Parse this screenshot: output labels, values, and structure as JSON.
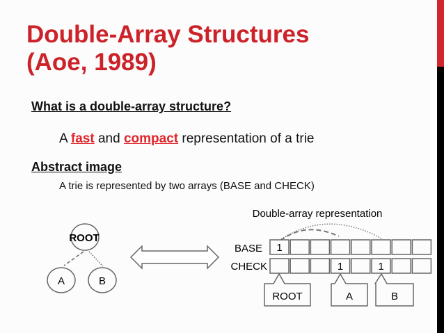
{
  "title": {
    "line1": "Double-Array Structures",
    "line2": "(Aoe, 1989)"
  },
  "colors": {
    "accent": "#cc2229",
    "sidebar_bottom": "#000000"
  },
  "section1": {
    "heading": "What is a double-array structure?",
    "text_a": "A ",
    "fast": "fast",
    "text_and": " and ",
    "compact": "compact",
    "text_rest": " representation of a trie"
  },
  "section2": {
    "heading": "Abstract image",
    "caption": "A trie is represented by two arrays (BASE and CHECK)"
  },
  "diagram": {
    "trie": {
      "root": "ROOT",
      "a": "A",
      "b": "B"
    },
    "array_title": "Double-array representation",
    "base_label": "BASE",
    "check_label": "CHECK",
    "base_cells": [
      "1",
      "",
      "",
      "",
      "",
      "",
      "",
      ""
    ],
    "check_cells": [
      "",
      "",
      "",
      "1",
      "",
      "1",
      "",
      ""
    ],
    "callouts": {
      "root": "ROOT",
      "a": "A",
      "b": "B"
    }
  }
}
